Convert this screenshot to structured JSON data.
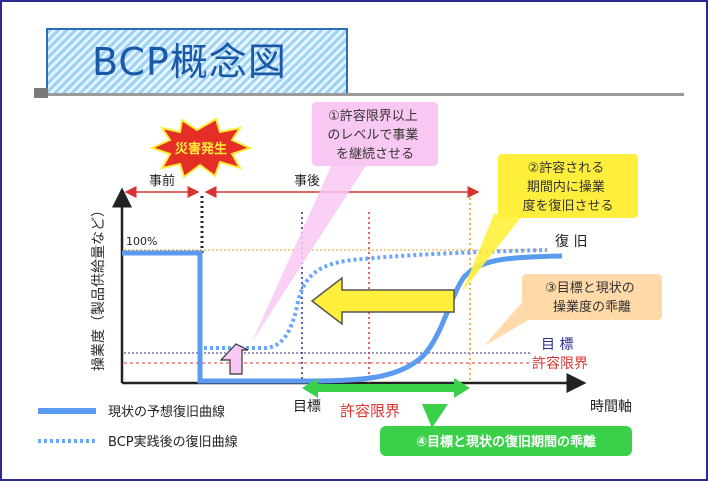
{
  "title": "BCP概念図",
  "disaster_label": "災害発生",
  "y_axis_label": "操業度（製品供給量など）",
  "x_axis_label": "時間軸",
  "period_before": "事前",
  "period_after": "事後",
  "level_100": "100%",
  "recovery_label": "復 旧",
  "target_label": "目 標",
  "tolerance_label": "許容限界",
  "bottom_target_label": "目標",
  "bottom_tolerance_label": "許容限界",
  "callout1": [
    "①許容限界以上",
    "のレベルで事業",
    "を継続させる"
  ],
  "callout2": [
    "②許容される",
    "期間内に操業",
    "度を復旧させる"
  ],
  "callout3": [
    "③目標と現状の",
    "操業度の乖離"
  ],
  "callout4": "④目標と現状の復旧期間の乖離",
  "legend_current": "現状の予想復旧曲線",
  "legend_bcp": "BCP実践後の復旧曲線",
  "colors": {
    "current_curve": "#5b9bef",
    "bcp_curve": "#6aa6ff",
    "tolerance": "#e0342f",
    "target": "#2b2b8f",
    "yellow": "#ffef3c",
    "pink": "#f9c8f2",
    "orange": "#ffd9a8",
    "green": "#3bd04a"
  }
}
